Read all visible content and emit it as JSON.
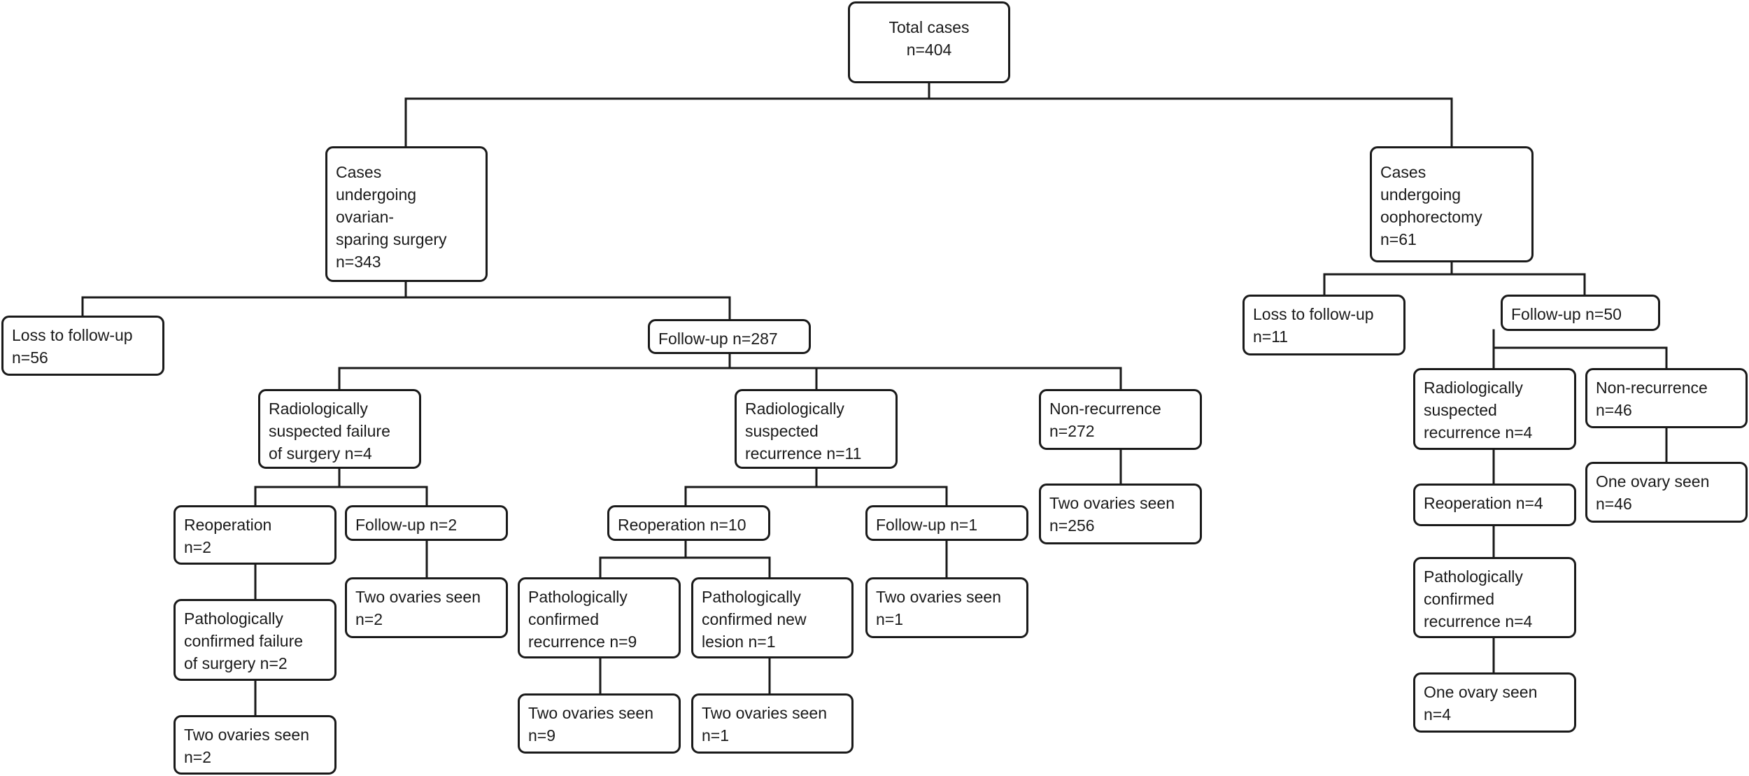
{
  "nodes": {
    "total": "Total cases\nn=404",
    "sparing": "Cases\nundergoing\novarian-\nsparing surgery\nn=343",
    "oophorectomy": "Cases\nundergoing\noophorectomy\nn=61",
    "sparing_loss": "Loss to follow-up\n n=56",
    "sparing_followup": "Follow-up n=287",
    "radio_failure": "Radiologically\nsuspected failure\nof surgery  n=4",
    "radio_recurrence": "Radiologically\nsuspected\nrecurrence n=11",
    "nonrecurrence_272": "Non-recurrence\nn=272",
    "two_ovaries_256": "Two ovaries seen\nn=256",
    "reoperation_2": "Reoperation\n n=2",
    "followup_2": "Follow-up n=2",
    "path_failure": "Pathologically\nconfirmed failure\nof surgery  n=2",
    "two_ovaries_2a": "Two ovaries seen\nn=2",
    "two_ovaries_2b": "Two ovaries seen\nn=2",
    "reoperation_10": "Reoperation n=10",
    "followup_1": "Follow-up n=1",
    "path_recurrence_9": "Pathologically\nconfirmed\nrecurrence n=9",
    "path_new_lesion": "Pathologically\nconfirmed new\nlesion n=1",
    "two_ovaries_1a": "Two ovaries seen\nn=1",
    "two_ovaries_9": "Two ovaries seen\nn=9",
    "two_ovaries_1b": "Two ovaries seen\nn=1",
    "ooph_loss": "Loss to follow-up\nn=11",
    "ooph_followup": "Follow-up n=50",
    "radio_recurrence_4": "Radiologically\nsuspected\nrecurrence n=4",
    "nonrecurrence_46": "Non-recurrence\nn=46",
    "reoperation_4": "Reoperation n=4",
    "one_ovary_46": "One ovary seen\nn=46",
    "path_recurrence_4": "Pathologically\nconfirmed\nrecurrence n=4",
    "one_ovary_4": "One ovary seen\nn=4"
  }
}
